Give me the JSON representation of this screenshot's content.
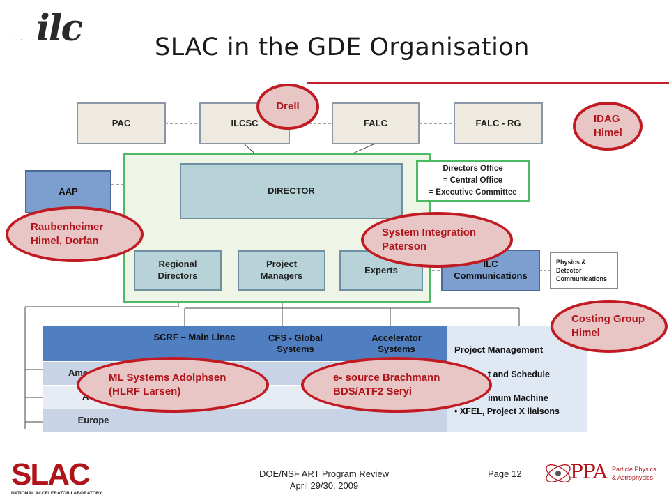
{
  "slide": {
    "title": "SLAC in the GDE Organisation",
    "footer_line1": "DOE/NSF ART Program Review",
    "footer_line2": "April 29/30, 2009",
    "page": "Page 12"
  },
  "logos": {
    "ilc": "ilc",
    "slac": "SLAC",
    "slac_sub": "NATIONAL ACCELERATOR LABORATORY",
    "ppa": "PPA",
    "ppa_sub1": "Particle Physics",
    "ppa_sub2": "& Astrophysics"
  },
  "org": {
    "pac": "PAC",
    "ilcsc": "ILCSC",
    "falc": "FALC",
    "falc_rg": "FALC - RG",
    "aap": "AAP",
    "director": "DIRECTOR",
    "directors_office_1": "Directors Office",
    "directors_office_2": "= Central Office",
    "directors_office_3": "= Executive Committee",
    "regional_directors_1": "Regional",
    "regional_directors_2": "Directors",
    "project_managers_1": "Project",
    "project_managers_2": "Managers",
    "experts": "Experts",
    "ilc_comm_1": "ILC",
    "ilc_comm_2": "Communications",
    "physics_1": "Physics &",
    "physics_2": "Detector",
    "physics_3": "Communications"
  },
  "table": {
    "headers": [
      "SCRF – Main Linac",
      "CFS  - Global Systems",
      "Accelerator Systems"
    ],
    "header2_line1": "CFS  - Global",
    "header2_line2": "Systems",
    "header3_line1": "Accelerator",
    "header3_line2": "Systems",
    "rows": [
      "Ame",
      "A",
      "Europe"
    ],
    "pm_title": "Project Management",
    "pm_line1": "t and Schedule",
    "pm_line2": "imum Machine",
    "pm_line3": "• XFEL, Project X liaisons"
  },
  "ovals": {
    "drell": "Drell",
    "idag_1": "IDAG",
    "idag_2": "Himel",
    "raub_1": "Raubenheimer",
    "raub_2": "Himel, Dorfan",
    "sysint_1": "System Integration",
    "sysint_2": "Paterson",
    "costing_1": "Costing Group",
    "costing_2": "Himel",
    "ml_1": "ML Systems Adolphsen",
    "ml_2": "(HLRF Larsen)",
    "esrc_1": "e- source Brachmann",
    "esrc_2": "BDS/ATF2 Seryi"
  },
  "colors": {
    "accent_red": "#c21a22",
    "oval_fill": "#e8c6c6",
    "box_beige": "#eeeadf",
    "box_teal": "#b7d3d8",
    "box_blue": "#7c9fcf",
    "green_frame": "#4cba62",
    "table_header": "#4f7fc0"
  }
}
